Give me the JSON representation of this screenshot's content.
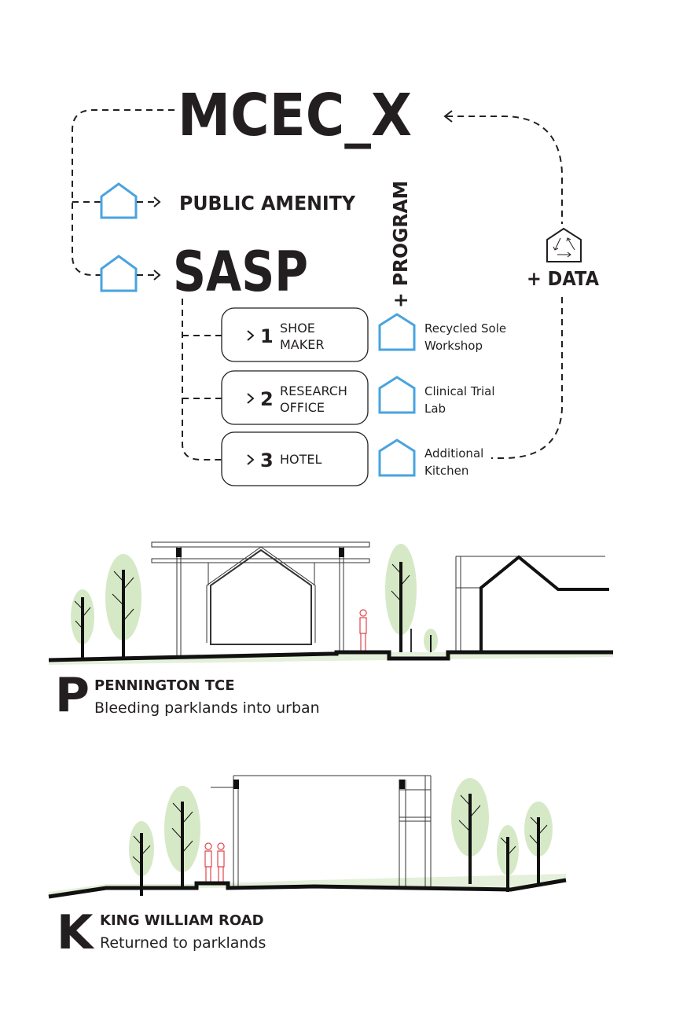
{
  "title": "MCEC_X",
  "public_amenity": "PUBLIC AMENITY",
  "sasp": "SASP",
  "program_label": "+ PROGRAM",
  "data_label": "+ DATA",
  "programs": [
    {
      "number": "1",
      "line1": "SHOE",
      "line2": "MAKER",
      "addon1": "Recycled Sole",
      "addon2": "Workshop"
    },
    {
      "number": "2",
      "line1": "RESEARCH",
      "line2": "OFFICE",
      "addon1": "Clinical Trial",
      "addon2": "Lab"
    },
    {
      "number": "3",
      "line1": "HOTEL",
      "line2": "",
      "addon1": "Additional",
      "addon2": "Kitchen"
    }
  ],
  "sections": [
    {
      "letter": "P",
      "title": "PENNINGTON TCE",
      "subtitle": "Bleeding parklands into urban"
    },
    {
      "letter": "K",
      "title": "KING WILLIAM ROAD",
      "subtitle": "Returned to parklands"
    }
  ],
  "colors": {
    "house_icon": "#4aa3df",
    "tree": "#d6e9c6",
    "person": "#e0474c",
    "text": "#231f20"
  }
}
